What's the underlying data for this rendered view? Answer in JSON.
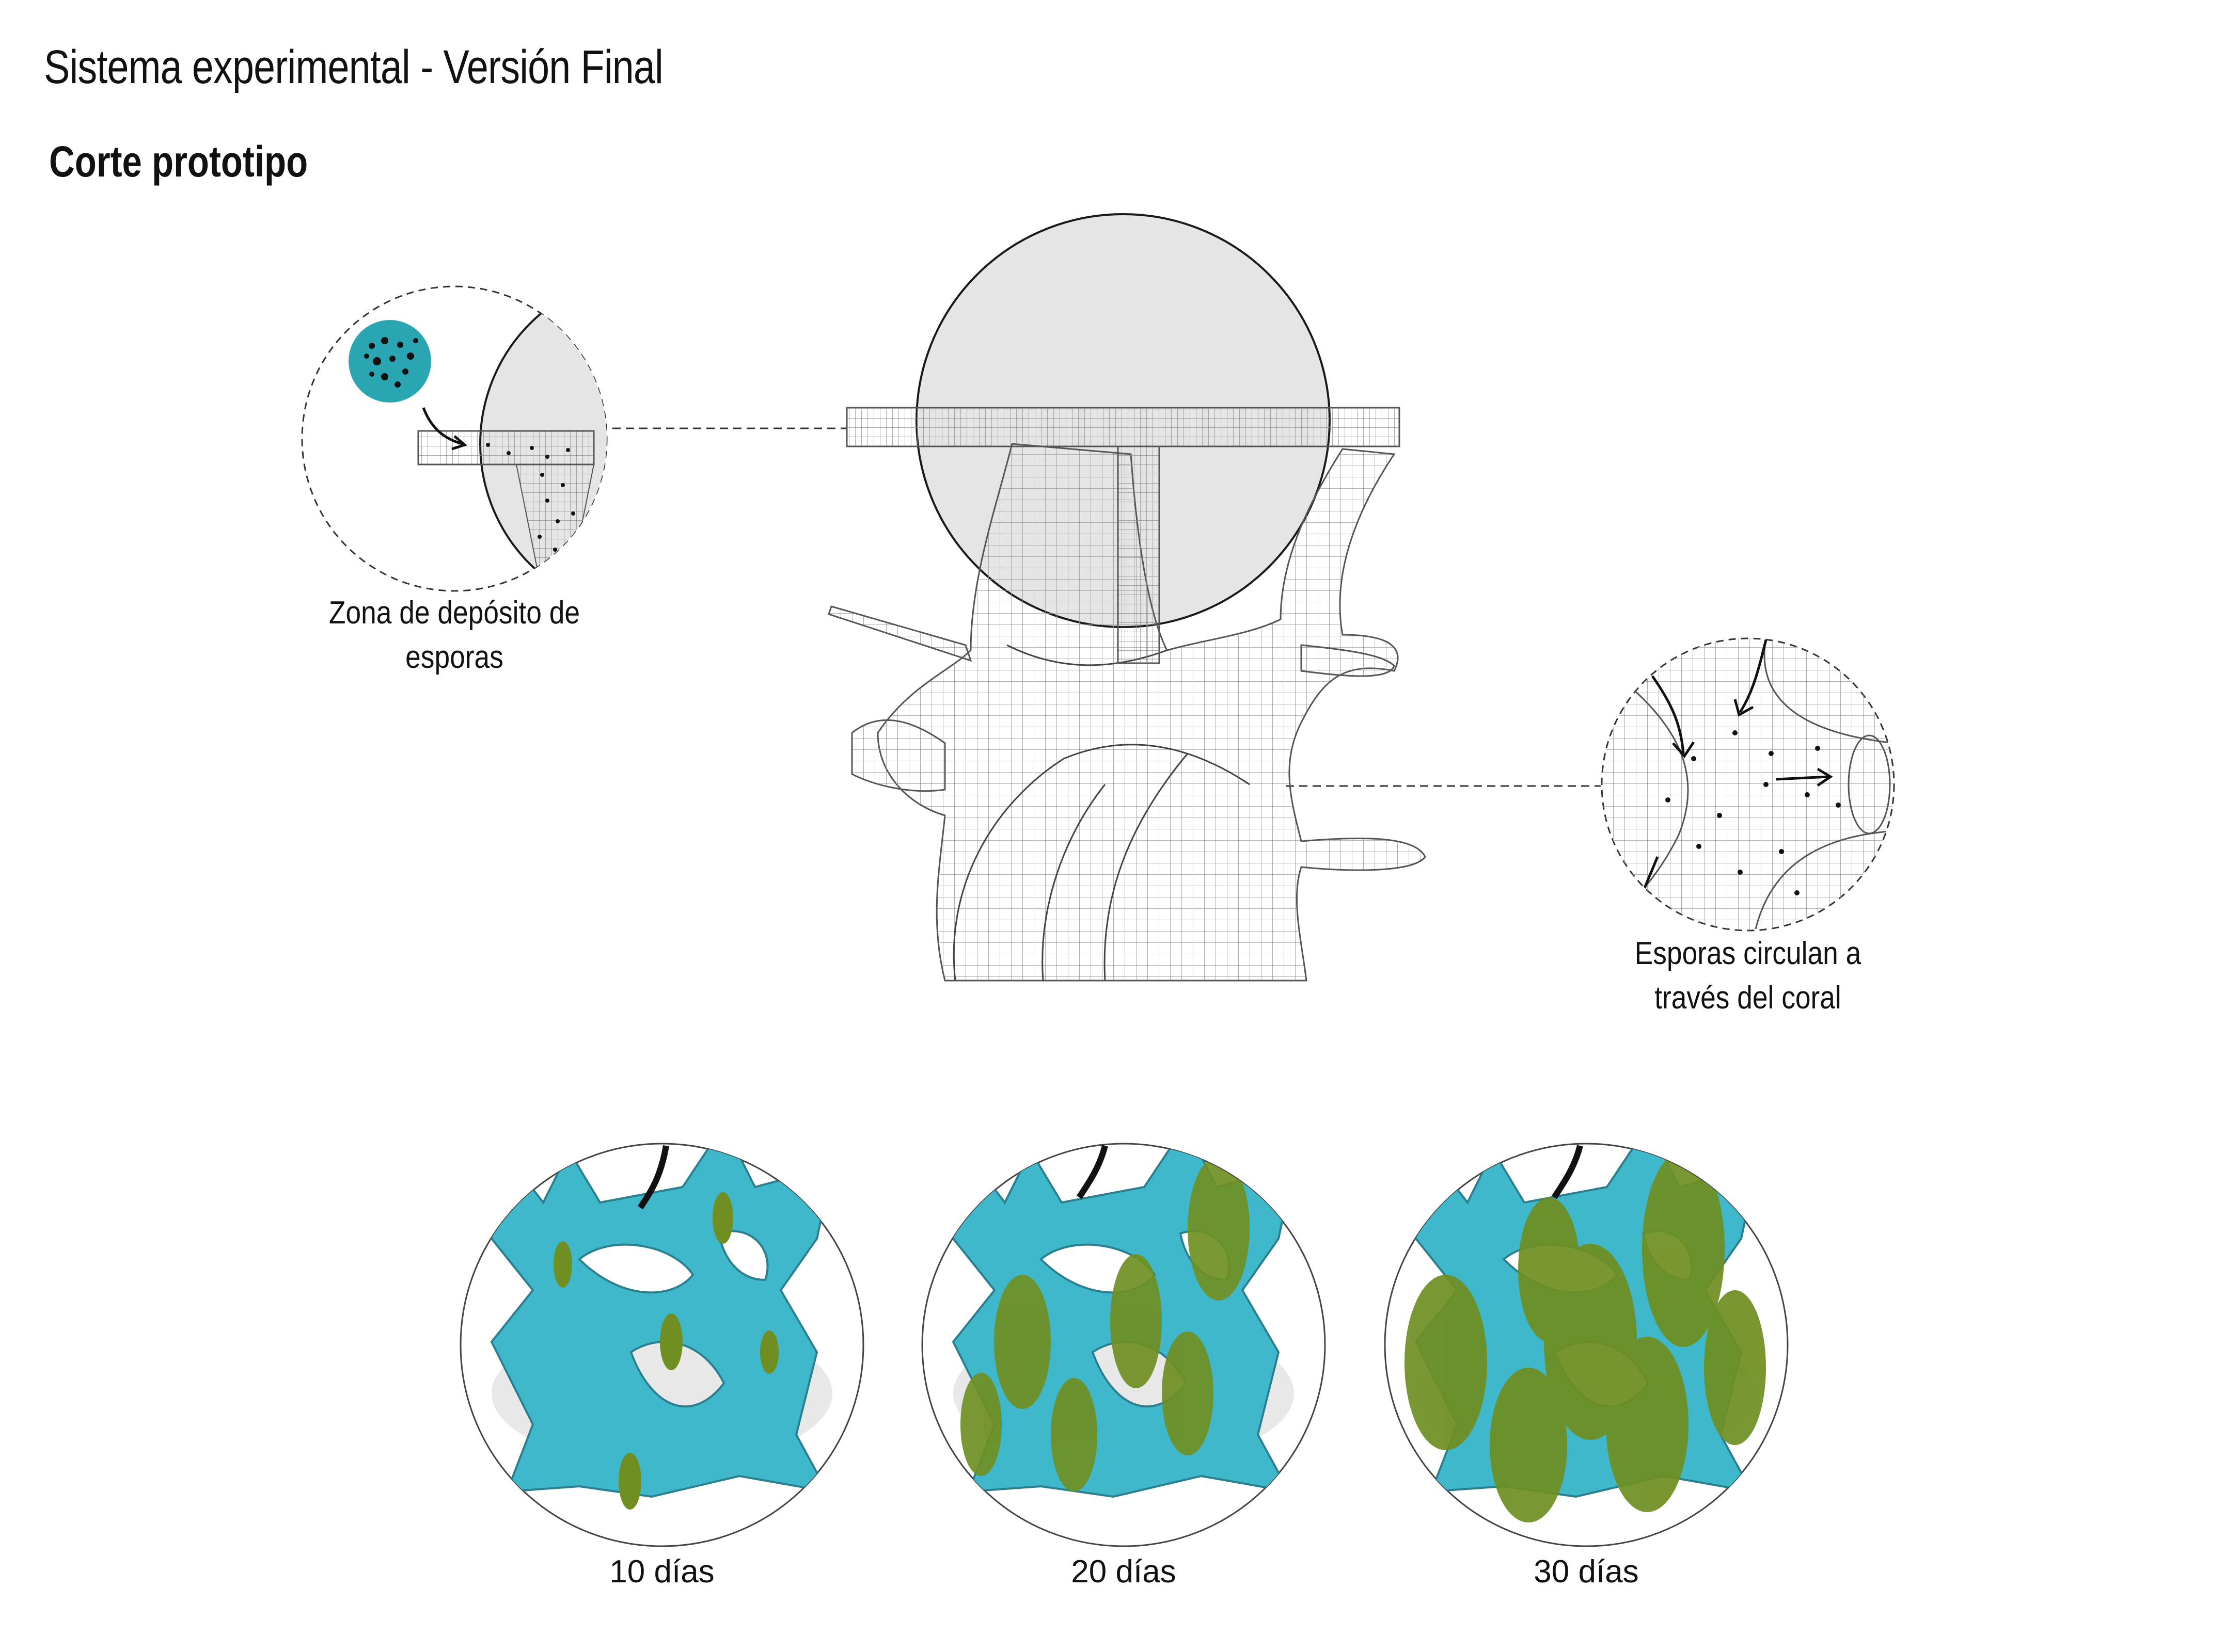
{
  "header": {
    "title": "Sistema experimental - Versión Final",
    "subtitle": "Corte prototipo"
  },
  "callouts": {
    "spore_zone": {
      "line1": "Zona de depósito de",
      "line2": "esporas"
    },
    "spore_flow": {
      "line1": "Esporas circulan a",
      "line2": "través del coral"
    }
  },
  "stages": [
    {
      "label": "10 días",
      "growth": 0.15
    },
    {
      "label": "20 días",
      "growth": 0.55
    },
    {
      "label": "30 días",
      "growth": 1.0
    }
  ],
  "colors": {
    "coral_fill": "#3fb8cc",
    "spore_disc": "#2aa6b3",
    "algae": "#7a9a2a",
    "vessel": "#e3e3e3",
    "mesh": "#9a9a9a"
  },
  "icons": {
    "spore_disc": "spore-disc-icon",
    "flow_arrow": "flow-arrow-icon"
  }
}
